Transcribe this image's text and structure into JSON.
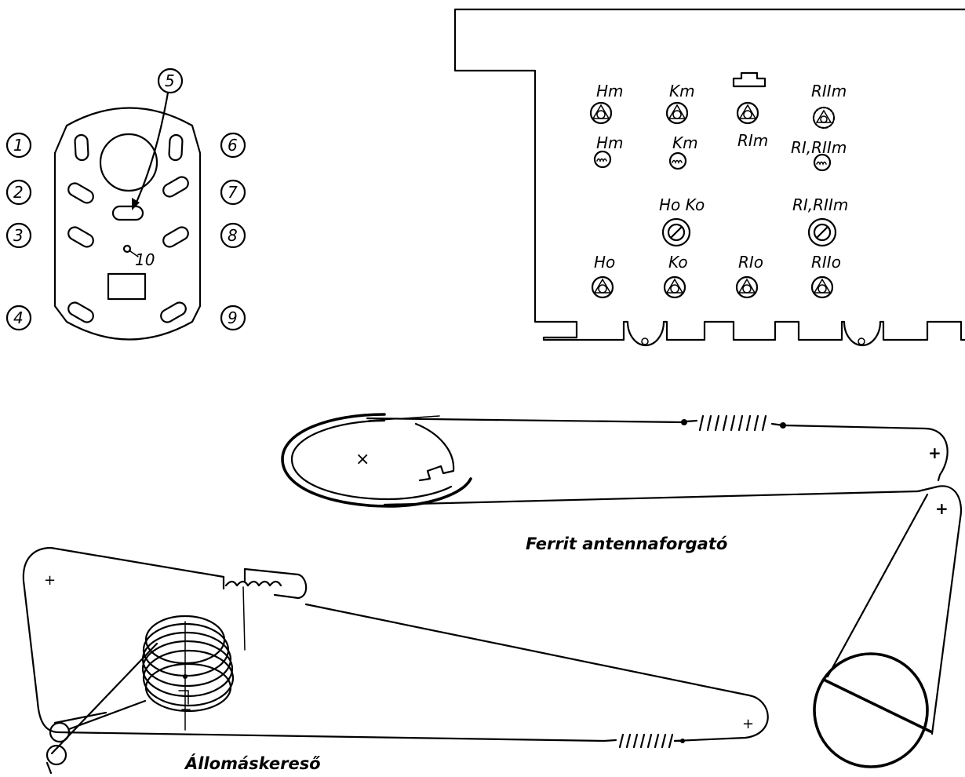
{
  "socket": {
    "pins": [
      "1",
      "2",
      "3",
      "4",
      "5",
      "6",
      "7",
      "8",
      "9"
    ],
    "center_pin": "10"
  },
  "panel": {
    "labels": {
      "hm_top": "Hm",
      "km_top": "Km",
      "rii_m_top": "RIIm",
      "hm_mid": "Hm",
      "km_mid": "Km",
      "ri_m_mid": "RIm",
      "ri_rii_m_mid": "RI,RIIm",
      "ho_ko": "Ho Ko",
      "ri_rii_m_pot": "RI,RIIm",
      "ho": "Ho",
      "ko": "Ko",
      "ri_o": "RIo",
      "rii_o": "RIIo"
    }
  },
  "captions": {
    "ferrit": "Ferrit antennaforgató",
    "allomas": "Állomáskereső"
  },
  "marks": {
    "plus": "+",
    "cross": "×"
  }
}
